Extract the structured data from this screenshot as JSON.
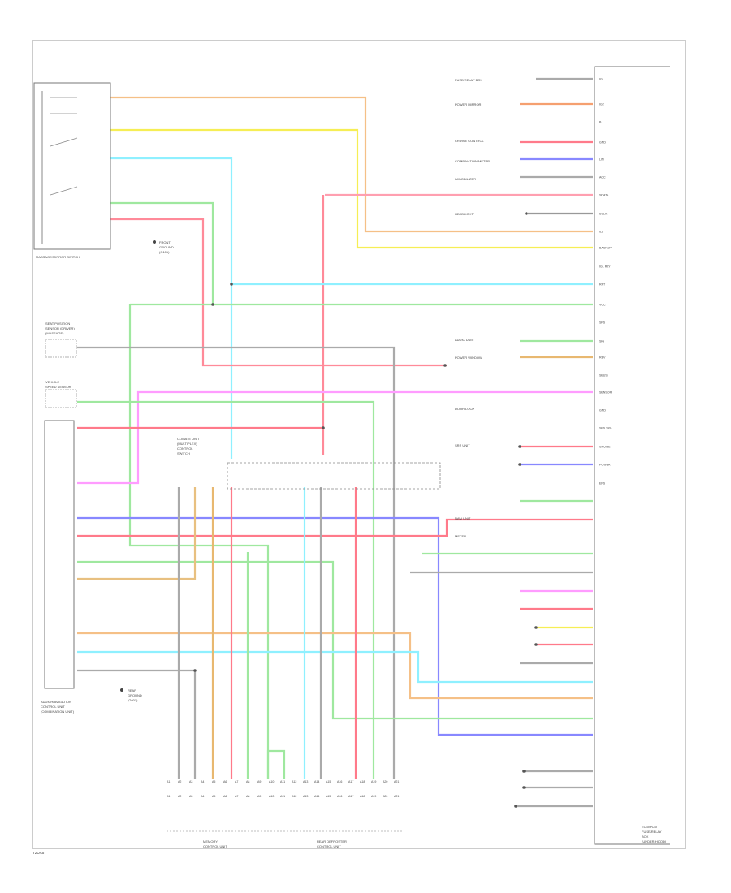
{
  "diagram": {
    "ref_code": "T2DA5"
  },
  "components": {
    "receiver_switch": {
      "label": "MASSAGE/MIRROR SWITCH"
    },
    "left_seat_sensor": {
      "label_lines": [
        "SEAT POSITION",
        "SENSOR (DRIVER)",
        "(MASSAGE)"
      ]
    },
    "vehicle_speed_sensor": {
      "label_lines": [
        "VEHICLE",
        "SPEED SENSOR"
      ]
    },
    "audio_unit": {
      "label_lines": [
        "AUDIO/NAVIGATION",
        "CONTROL UNIT",
        "(COMBINATION UNIT)"
      ]
    },
    "center_unit": {
      "label_lines": [
        "CLIMATE UNIT",
        "(MULTIPLEX)",
        "CONTROL",
        "SWITCH"
      ]
    },
    "ground_left": {
      "label_lines": [
        "FRONT",
        "GROUND",
        "(G101)"
      ]
    },
    "ground_bottom": {
      "label_lines": [
        "REAR",
        "GROUND",
        "(G601)"
      ]
    },
    "bottom_left_unit": {
      "label_lines": [
        "MEMORY/",
        "CONTROL UNIT"
      ]
    },
    "bottom_right_unit": {
      "label_lines": [
        "REAR DEFROSTER",
        "CONTROL UNIT"
      ]
    },
    "ecm": {
      "label_lines": [
        "ECM/PCM",
        "FUSE/RELAY",
        "BOX",
        "(UNDER-HOOD)"
      ]
    }
  },
  "right_side_labels": [
    "IG1",
    "IG2",
    "B",
    "GND",
    "LIN",
    "ACC",
    "SDATA",
    "SCLK",
    "ILL",
    "BACKUP",
    "IG1 RLY",
    "RPT",
    "VCC",
    "SPS",
    "SIG",
    "REV",
    "SBUS",
    "SENSOR",
    "GND",
    "SPS SIG",
    "CRUISE",
    "POWER",
    "EPS"
  ],
  "right_side_devices": [
    "FUSE/RELAY BOX",
    "POWER MIRROR",
    "CRUISE CONTROL",
    "COMBINATION METER",
    "IMMOBILIZER",
    "HEADLIGHT",
    "AUDIO UNIT",
    "POWER WINDOW",
    "DOOR LOCK",
    "SRS UNIT",
    "NAVI UNIT",
    "METER"
  ],
  "bottom_pins": [
    "A1",
    "A2",
    "A3",
    "A4",
    "A5",
    "A6",
    "A7",
    "A8",
    "A9",
    "A10",
    "A11",
    "A12",
    "A13",
    "A14",
    "A15",
    "A16",
    "A17",
    "A18",
    "A19",
    "A20",
    "A21"
  ],
  "colors": {
    "orange": "#f5a623",
    "yellow": "#f0e020",
    "cyan": "#7fe8ff",
    "green": "#8fe88f",
    "red": "#ff6b7a",
    "pink": "#ff9cff",
    "blue": "#8080ff",
    "tan": "#e8b870",
    "gray": "#b0b0b0",
    "lightred": "#ff9999",
    "lightgreen": "#c0ffc0"
  }
}
